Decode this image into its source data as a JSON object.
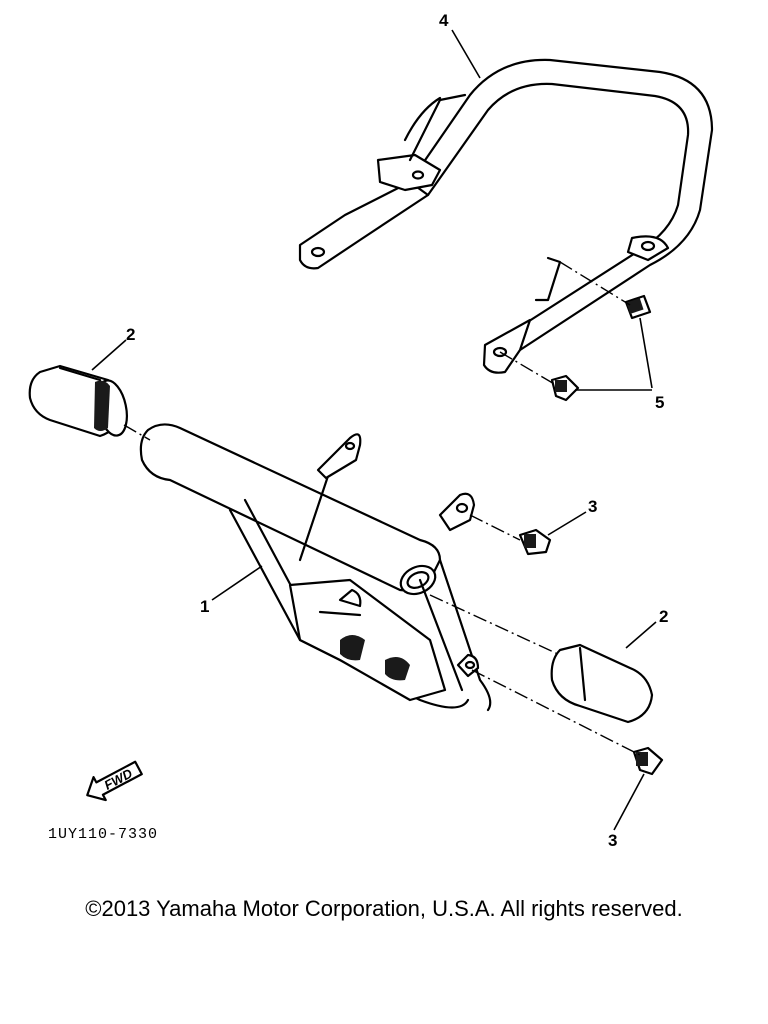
{
  "callouts": {
    "part1": "1",
    "part2_left": "2",
    "part2_right": "2",
    "part3_upper": "3",
    "part3_lower": "3",
    "part4": "4",
    "part5": "5"
  },
  "fwd_label": "FWD",
  "diagram_code": "1UY110-7330",
  "copyright": "©2013 Yamaha Motor Corporation, U.S.A. All rights reserved."
}
